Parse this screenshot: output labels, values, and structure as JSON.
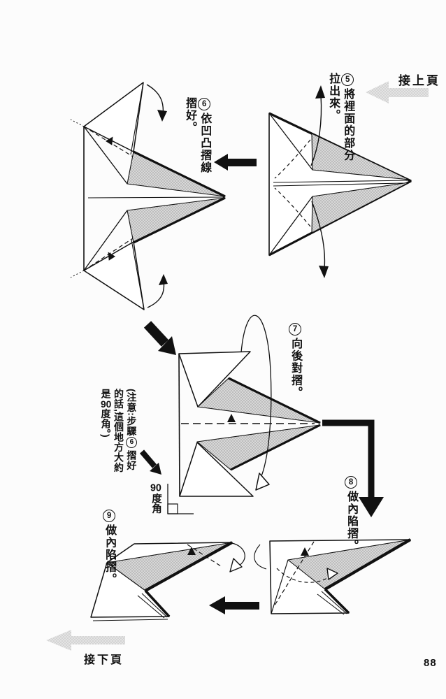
{
  "page": {
    "number": "88",
    "prev_link_label": "接上頁",
    "next_link_label": "接下頁"
  },
  "steps": {
    "step5": {
      "num": "5",
      "text1": "將裡面的部分",
      "text2": "拉出來。"
    },
    "step6": {
      "num": "6",
      "text1": "依凹凸摺線",
      "text2": "摺好。"
    },
    "step7": {
      "num": "7",
      "text": "向後對摺。"
    },
    "step8": {
      "num": "8",
      "text": "做內陷摺。"
    },
    "step9": {
      "num": "9",
      "text": "做內陷摺。"
    }
  },
  "note": {
    "col1_pre": "(注意:步驟",
    "col1_badge": "6",
    "col1_post": "摺好",
    "col2": "的話,這個地方大約",
    "col3_pre": "是",
    "col3_num": "90",
    "col3_post": "度角。)"
  },
  "angle_label": {
    "num": "90",
    "text": "度角"
  },
  "colors": {
    "ink": "#111111",
    "halftone_shade": "#cfcfcf",
    "nav_arrow_gray": "#c9c9c9",
    "paper": "#fcfcfc"
  }
}
